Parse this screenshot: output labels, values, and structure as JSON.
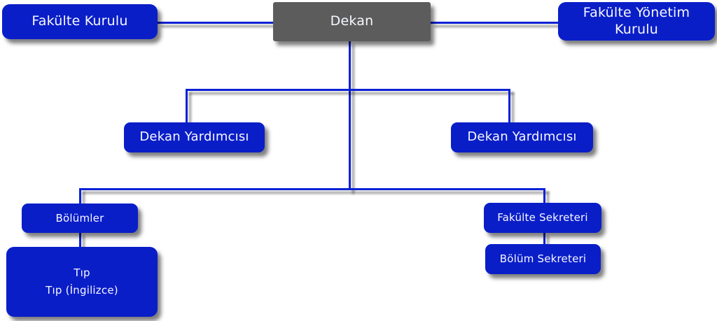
{
  "colors": {
    "box_blue": "#0A1EC8",
    "line_blue": "#0C22D6",
    "dekan_gray": "#5C5C5C",
    "text_white": "#F7F8FF"
  },
  "diagram": {
    "title": "Faculty organization chart",
    "nodes": {
      "fakulte_kurulu": {
        "label": "Fakülte Kurulu"
      },
      "dekan": {
        "label": "Dekan"
      },
      "fakulte_yonetim_kurulu": {
        "label": "Fakülte Yönetim Kurulu"
      },
      "dekan_yardimcisi_left": {
        "label": "Dekan Yardımcısı"
      },
      "dekan_yardimcisi_right": {
        "label": "Dekan Yardımcısı"
      },
      "bolumler": {
        "label": "Bölümler"
      },
      "tip": {
        "label_line1": "Tıp",
        "label_line2": "Tıp (İngilizce)"
      },
      "fakulte_sekreteri": {
        "label": "Fakülte Sekreteri"
      },
      "bolum_sekreteri": {
        "label": "Bölüm Sekreteri"
      }
    },
    "edges": [
      {
        "from": "dekan",
        "to": "fakulte_kurulu",
        "type": "lateral"
      },
      {
        "from": "dekan",
        "to": "fakulte_yonetim_kurulu",
        "type": "lateral"
      },
      {
        "from": "dekan",
        "to": "dekan_yardimcisi_left",
        "type": "reports"
      },
      {
        "from": "dekan",
        "to": "dekan_yardimcisi_right",
        "type": "reports"
      },
      {
        "from": "dekan",
        "to": "bolumler",
        "type": "reports"
      },
      {
        "from": "dekan",
        "to": "fakulte_sekreteri",
        "type": "reports"
      },
      {
        "from": "bolumler",
        "to": "tip",
        "type": "reports"
      },
      {
        "from": "fakulte_sekreteri",
        "to": "bolum_sekreteri",
        "type": "reports"
      }
    ]
  }
}
